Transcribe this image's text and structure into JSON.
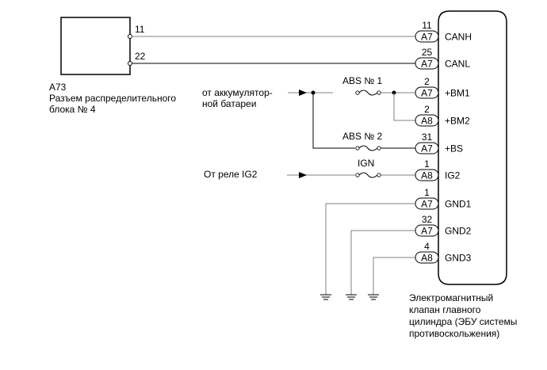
{
  "diagram": {
    "title": "Wiring diagram: brake actuator / skid control ECU power and CAN circuit",
    "left_component": {
      "code": "A73",
      "name_line1": "Разъем распределительного",
      "name_line2": "блока № 4",
      "pins": [
        "11",
        "22"
      ]
    },
    "right_component": {
      "name_lines": [
        "Электромагнитный",
        "клапан главного",
        "цилиндра (ЭБУ системы",
        "противоскольжения)"
      ]
    },
    "sources": {
      "battery_line1": "от аккумулятор-",
      "battery_line2": "ной батареи",
      "ig2_relay": "От реле IG2"
    },
    "fuses": [
      {
        "label": "ABS № 1"
      },
      {
        "label": "ABS № 2"
      },
      {
        "label": "IGN"
      }
    ],
    "terminals": [
      {
        "pin": "11",
        "connector": "A7",
        "signal": "CANH"
      },
      {
        "pin": "25",
        "connector": "A7",
        "signal": "CANL"
      },
      {
        "pin": "2",
        "connector": "A7",
        "signal": "+BM1"
      },
      {
        "pin": "2",
        "connector": "A8",
        "signal": "+BM2"
      },
      {
        "pin": "31",
        "connector": "A7",
        "signal": "+BS"
      },
      {
        "pin": "1",
        "connector": "A8",
        "signal": "IG2"
      },
      {
        "pin": "1",
        "connector": "A7",
        "signal": "GND1"
      },
      {
        "pin": "32",
        "connector": "A7",
        "signal": "GND2"
      },
      {
        "pin": "4",
        "connector": "A8",
        "signal": "GND3"
      }
    ],
    "symbols": {
      "fuse": "fuse-icon",
      "ground": "ground-icon",
      "arrow": "arrow-icon",
      "splice": "splice-dot-icon"
    }
  }
}
